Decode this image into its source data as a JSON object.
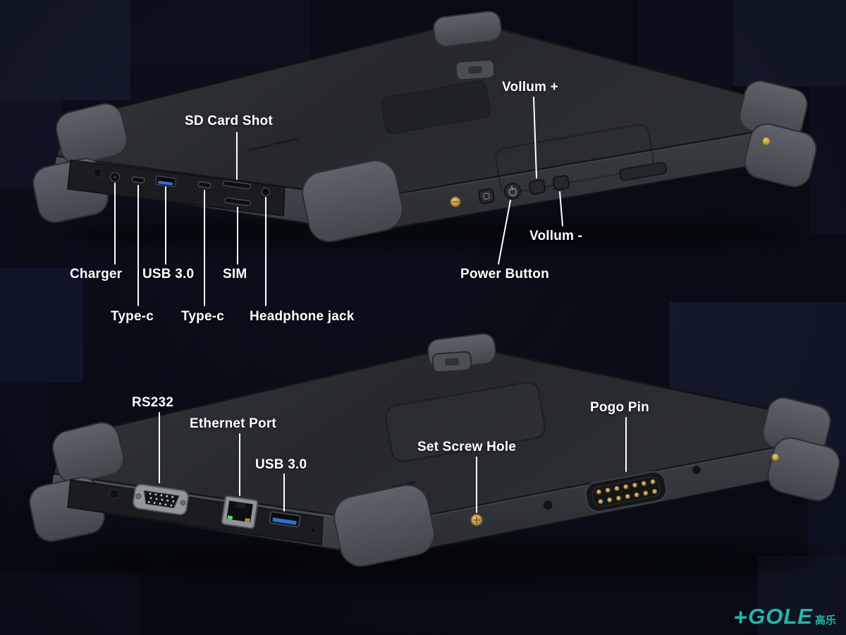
{
  "top_view": {
    "labels": {
      "sd_card": "SD Card Shot",
      "vollum_plus": "Vollum +",
      "vollum_minus": "Vollum -",
      "charger": "Charger",
      "usb30": "USB 3.0",
      "sim": "SIM",
      "power": "Power Button",
      "type_c_1": "Type-c",
      "type_c_2": "Type-c",
      "headphone": "Headphone jack"
    }
  },
  "bottom_view": {
    "labels": {
      "rs232": "RS232",
      "ethernet": "Ethernet Port",
      "usb30": "USB 3.0",
      "set_screw": "Set Screw Hole",
      "pogo_pin": "Pogo Pin"
    }
  },
  "logo": {
    "plus": "+",
    "brand": "GOLE",
    "cjk": "高乐",
    "color": "#23b6ab"
  },
  "colors": {
    "background": "#0a0e1a",
    "label_text": "#ffffff",
    "leader_line": "#ffffff",
    "usb_blue": "#2f6fd8",
    "gold": "#c29b52",
    "tablet_body": "#2b2e33",
    "bumper": "#55585e"
  }
}
